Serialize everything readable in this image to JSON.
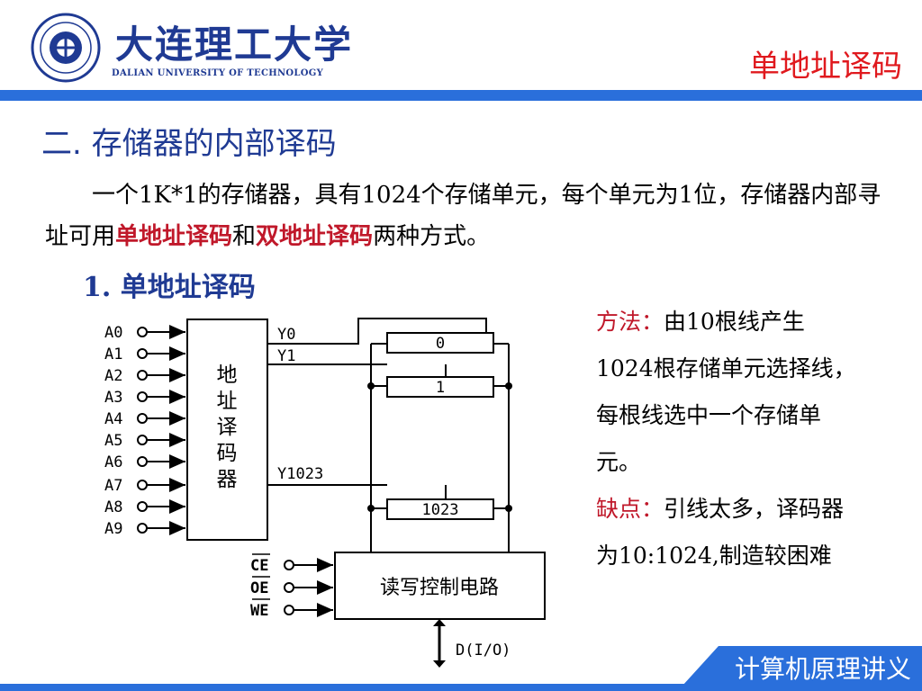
{
  "header": {
    "university_cn": "大连理工大学",
    "university_en": "DALIAN UNIVERSITY OF TECHNOLOGY",
    "slide_title": "单地址译码",
    "brand_color": "#2a6fdb",
    "title_color": "#e0191e"
  },
  "section_heading": "二. 存储器的内部译码",
  "paragraph": {
    "part1": "一个1K*1的存储器，具有1024个存储单元，每个单元为1位，存储器内部寻址可用",
    "term1": "单地址译码",
    "part2": "和",
    "term2": "双地址译码",
    "part3": "两种方式。"
  },
  "sub_heading": "1.  单地址译码",
  "diagram": {
    "address_inputs": [
      "A0",
      "A1",
      "A2",
      "A3",
      "A4",
      "A5",
      "A6",
      "A7",
      "A8",
      "A9"
    ],
    "decoder_label": [
      "地",
      "址",
      "译",
      "码",
      "器"
    ],
    "outputs": [
      "Y0",
      "Y1",
      "Y1023"
    ],
    "cells": [
      "0",
      "1",
      "1023"
    ],
    "control_inputs": [
      "CE",
      "OE",
      "WE"
    ],
    "rw_circuit_label": "读写控制电路",
    "data_label": "D(I/O)"
  },
  "side_text": {
    "method_label": "方法：",
    "method_text": "由10根线产生1024根存储单元选择线，每根线选中一个存储单元。",
    "drawback_label": "缺点：",
    "drawback_text": "引线太多，译码器为10:1024,制造较困难"
  },
  "footer": {
    "label": "计算机原理讲义"
  }
}
